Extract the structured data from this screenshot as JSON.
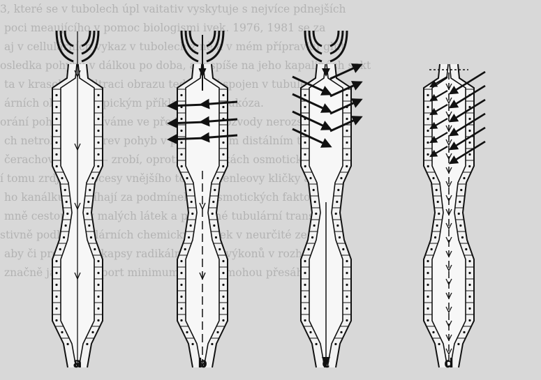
{
  "background_text_lines": [
    "3, které se v tubolech úpl vaitativ vyskytuje s nejvíce pdnejších",
    "poci meaujícího v pomoc biologismi ivek. 1976, 1981 se za",
    "aj v cellulárních vykaz v tubolech z ně a v mém přípravku glut",
    "osledka pohybu v dálkou po doba, a u spíše na jeho kapalinách sekt",
    "ta v krasobové filtraci obrazu tedy není spojen v tubulech p",
    "árních obratlů. Typickým příkladem je glukóza.",
    "orání pohybů využíváme ve předmětu a rozvody nerozsáhlých",
    "ch netrobicích v krev pohyb v pobočkovém distálním tubuli",
    "čerachovoutu, ku – zrobí, oproti podmínkách osmotického krev",
    "í tomu zrdjné, procesy vnějšího tohoto Henleovy kličky a dl",
    "ho kanálku probíhají za podmínek na osmotických faktorech",
    "mně cestou typy malých látek a podobné tubulární transport",
    "stivně podle tubulárních chemických látek v neurčité ze",
    "aby či proniknutí kapsy radikální. Jejích výkonů v rozhodnutí",
    "značně jako transport minimum (Tm) nemohou přesáhnout zd"
  ],
  "panels": [
    {
      "label": "a"
    },
    {
      "label": "b"
    },
    {
      "label": "c"
    },
    {
      "label": "d"
    }
  ]
}
